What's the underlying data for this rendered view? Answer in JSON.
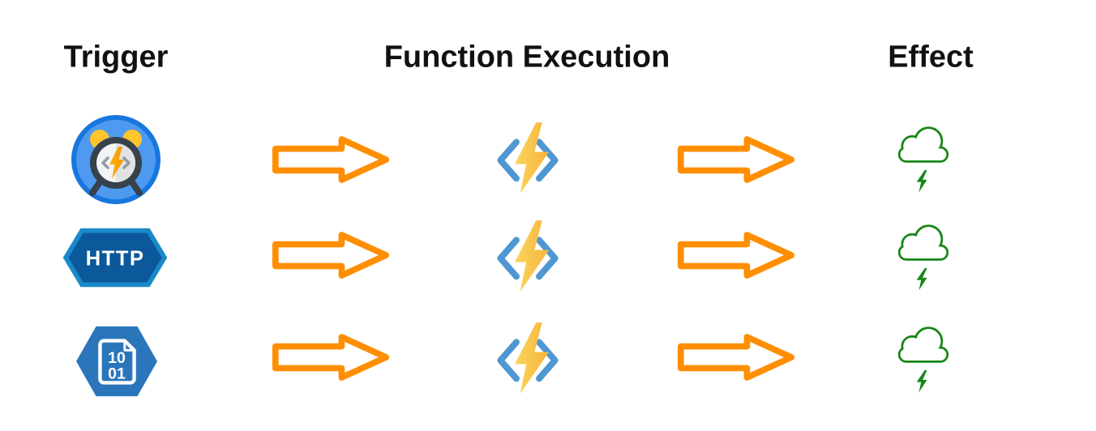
{
  "diagram": {
    "headers": {
      "trigger": "Trigger",
      "function_execution": "Function Execution",
      "effect": "Effect"
    },
    "http_label": "HTTP",
    "binary_digits": {
      "line1": "10",
      "line2": "01"
    },
    "rows": [
      {
        "trigger_icon": "timer-alarm-clock",
        "step1": "flow-arrow",
        "process_icon": "azure-functions-bolt",
        "step2": "flow-arrow",
        "effect_icon": "cloud-lightning"
      },
      {
        "trigger_icon": "http-hexagon",
        "trigger_label": "HTTP",
        "step1": "flow-arrow",
        "process_icon": "azure-functions-bolt",
        "step2": "flow-arrow",
        "effect_icon": "cloud-lightning"
      },
      {
        "trigger_icon": "binary-data-hexagon",
        "trigger_label": "10 01",
        "step1": "flow-arrow",
        "process_icon": "azure-functions-bolt",
        "step2": "flow-arrow",
        "effect_icon": "cloud-lightning"
      }
    ],
    "colors": {
      "heading_text": "#111111",
      "arrow_orange": "#FF8E00",
      "function_bracket_blue": "#4E97D3",
      "function_bolt_light": "#FCD45E",
      "function_bolt_dark": "#F5B53C",
      "effect_green": "#168616",
      "timer_fill_blue": "#4D9AF0",
      "timer_ring_blue": "#1877DE",
      "timer_bell_yellow": "#FFC42E",
      "timer_clock_dark": "#37424C",
      "http_fill_blue": "#0B589B",
      "http_border_blue": "#1A89C8",
      "binary_hex_blue": "#2B76BA"
    }
  }
}
